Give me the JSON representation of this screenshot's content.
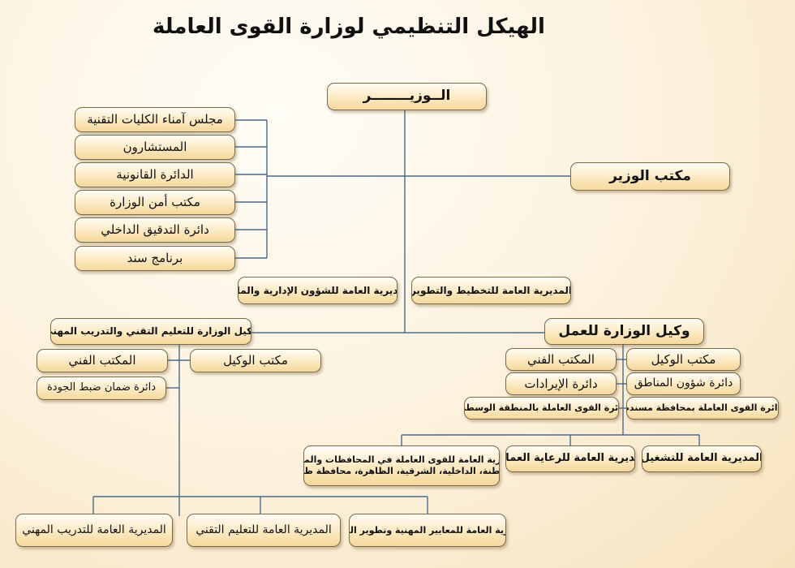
{
  "title": "الهيكل التنظيمي لوزارة القوى العاملة",
  "nodes": {
    "minister": "الــوزيــــــــر",
    "minister_office": "مكتب الوزير",
    "trustees_council": "مجلس آمناء الكليات التقنية",
    "advisors": "المستشارون",
    "legal_dept": "الدائرة القانونية",
    "ministry_security_office": "مكتب أمن الوزارة",
    "internal_audit": "دائرة التدقيق الداخلي",
    "sanad_program": "برنامج سند",
    "dg_admin_finance": "المديرية العامة للشؤون الإدارية والمالية",
    "dg_planning": "المديرية العامة للتخطيط والتطوير",
    "undersecretary_education": "وكيل الوزارة للتعليم التقني والتدريب المهني",
    "undersecretary_labour": "وكيل الوزارة للعمل",
    "edu_technical_office": "المكتب الفني",
    "edu_undersecretary_office": "مكتب الوكيل",
    "quality_assurance": "دائرة ضمان ضبط الجودة",
    "labour_technical_office": "المكتب الفني",
    "labour_undersecretary_office": "مكتب الوكيل",
    "revenues_dept": "دائرة الإيرادات",
    "regions_affairs": "دائرة شؤون المناطق",
    "musandam_dept": "دائرة القوى العاملة بمحافظة مسندم",
    "central_region_dept": "دائرة القوى العاملة بالمنطقة الوسطى",
    "dg_employment": "المديرية العامة للتشغيل",
    "dg_labour_care": "المديرية العامة للرعاية العمالية",
    "dg_regions_line1": "المديرية العامة للقوى العاملة في المحافظات والمناطق",
    "dg_regions_line2": "(الباطنة، الداخلية، الشرقية، الظاهرة، محافظة ظفار)",
    "dg_vocational_training": "المديرية العامة للتدريب المهني",
    "dg_technical_education": "المديرية العامة للتعليم التقني",
    "dg_standards_curricula": "المديرية العامة للمعايير المهنية وتطوير المناهج"
  }
}
